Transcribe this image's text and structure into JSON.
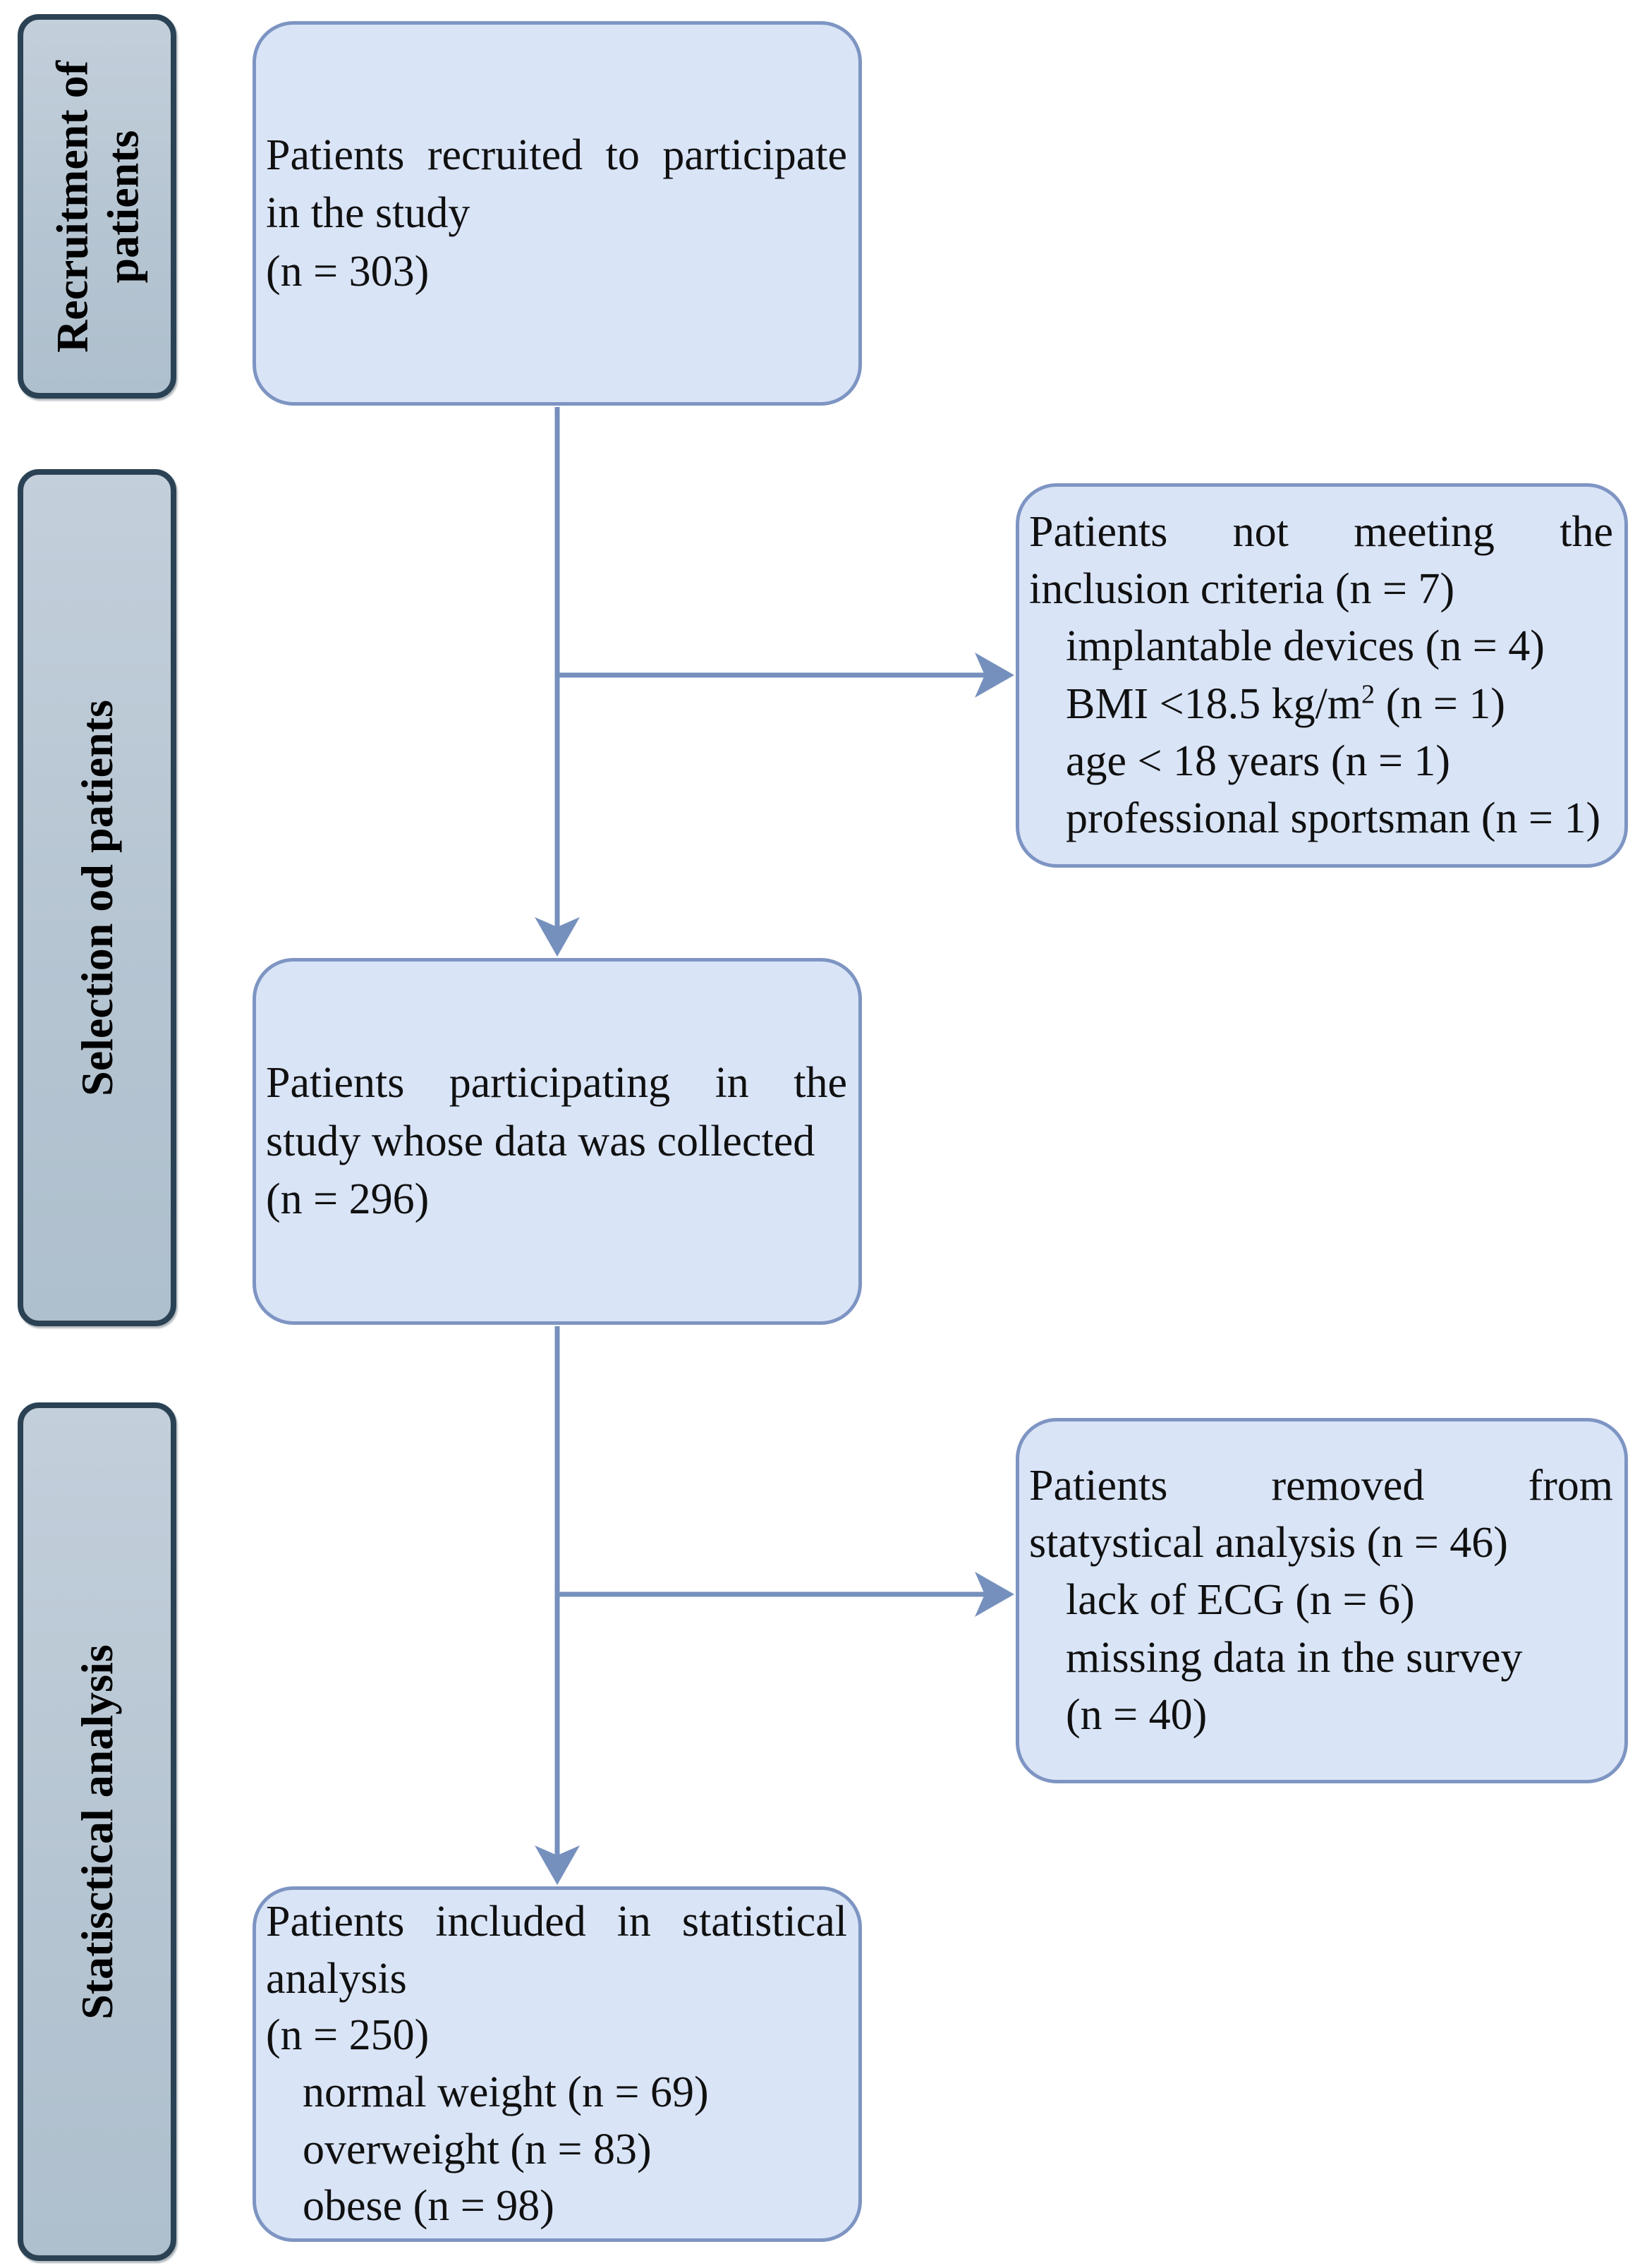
{
  "colors": {
    "flow_box_fill": "#d9e4f7",
    "flow_box_border": "#7e95c3",
    "stage_fill": "#b9c7d4",
    "stage_border": "#2b4254",
    "arrow": "#7590bd",
    "text": "#101010"
  },
  "stages": [
    {
      "line1": "Recruitment of",
      "line2": "patients"
    },
    {
      "line1": "Selection od patients"
    },
    {
      "line1": "Statisctical analysis"
    }
  ],
  "boxes": {
    "recruited": {
      "line1": "Patients recruited to participate",
      "line2": "in the study",
      "line3": "(n = 303)"
    },
    "not_meeting": {
      "line1": "Patients not meeting the",
      "line2": "inclusion criteria (n = 7)",
      "line3": "implantable devices (n = 4)",
      "line4_pre": "BMI <18.5 kg/m",
      "line4_sup": "2",
      "line4_post": " (n = 1)",
      "line5": "age < 18 years (n = 1)",
      "line6": "professional sportsman (n = 1)"
    },
    "collected": {
      "line1": "Patients participating in the",
      "line2": "study whose data was collected",
      "line3": "(n = 296)"
    },
    "removed": {
      "line1": "Patients removed from",
      "line2": "statystical analysis (n = 46)",
      "line3": "lack of ECG (n = 6)",
      "line4": "missing data in the survey",
      "line5": "(n = 40)"
    },
    "included": {
      "line1": "Patients included in statistical",
      "line2": "analysis",
      "line3": "(n = 250)",
      "line4": "normal weight (n = 69)",
      "line5": "overweight (n = 83)",
      "line6": "obese (n = 98)"
    }
  }
}
